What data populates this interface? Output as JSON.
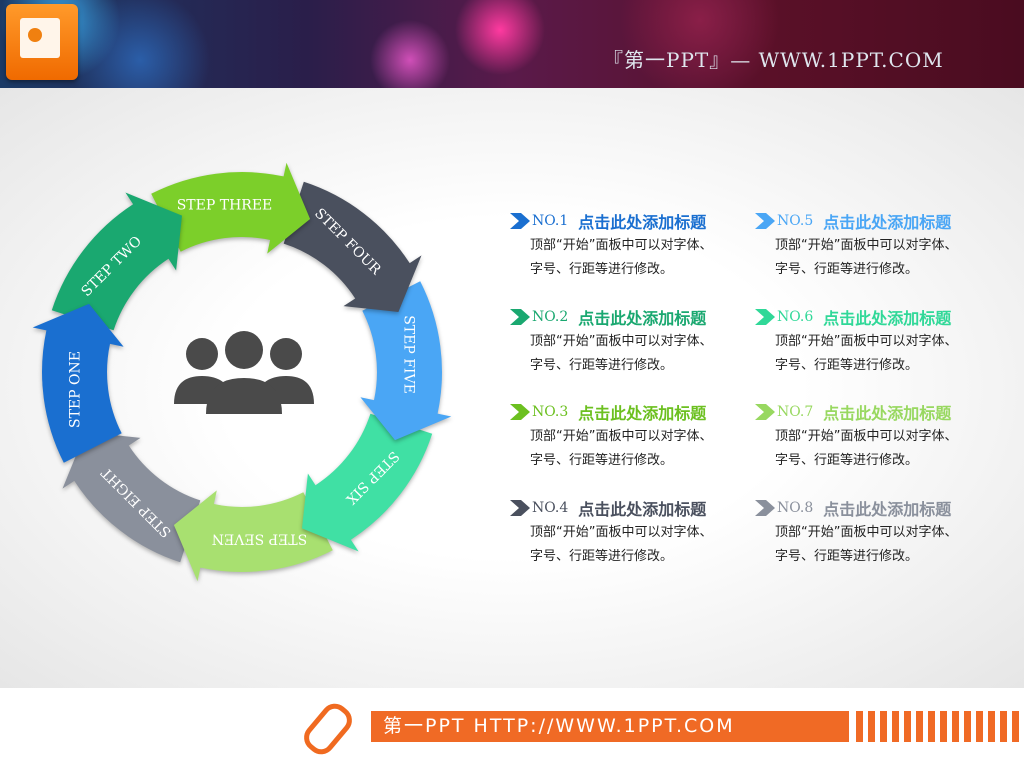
{
  "header": {
    "brand": "『第一PPT』— WWW.1PPT.COM",
    "logo_icon": "powerpoint-icon"
  },
  "cycle": {
    "center_icon": "people-group-icon",
    "steps": [
      {
        "label": "STEP ONE",
        "color": "#1a6fd0"
      },
      {
        "label": "STEP TWO",
        "color": "#1aa870"
      },
      {
        "label": "STEP THREE",
        "color": "#7ccf2a"
      },
      {
        "label": "STEP FOUR",
        "color": "#4a505e"
      },
      {
        "label": "STEP FIVE",
        "color": "#4aa6f5"
      },
      {
        "label": "STEP SIX",
        "color": "#40e0a4"
      },
      {
        "label": "STEP SEVEN",
        "color": "#a8e070"
      },
      {
        "label": "STEP EIGHT",
        "color": "#8a909c"
      }
    ]
  },
  "items": [
    {
      "no": "NO.1",
      "title": "点击此处添加标题",
      "desc1": "顶部“开始”面板中可以对字体、",
      "desc2": "字号、行距等进行修改。",
      "color": "#1a6fd0"
    },
    {
      "no": "NO.2",
      "title": "点击此处添加标题",
      "desc1": "顶部“开始”面板中可以对字体、",
      "desc2": "字号、行距等进行修改。",
      "color": "#1aa870"
    },
    {
      "no": "NO.3",
      "title": "点击此处添加标题",
      "desc1": "顶部“开始”面板中可以对字体、",
      "desc2": "字号、行距等进行修改。",
      "color": "#6cc020"
    },
    {
      "no": "NO.4",
      "title": "点击此处添加标题",
      "desc1": "顶部“开始”面板中可以对字体、",
      "desc2": "字号、行距等进行修改。",
      "color": "#4a505e"
    },
    {
      "no": "NO.5",
      "title": "点击此处添加标题",
      "desc1": "顶部“开始”面板中可以对字体、",
      "desc2": "字号、行距等进行修改。",
      "color": "#4aa6f5"
    },
    {
      "no": "NO.6",
      "title": "点击此处添加标题",
      "desc1": "顶部“开始”面板中可以对字体、",
      "desc2": "字号、行距等进行修改。",
      "color": "#30d898"
    },
    {
      "no": "NO.7",
      "title": "点击此处添加标题",
      "desc1": "顶部“开始”面板中可以对字体、",
      "desc2": "字号、行距等进行修改。",
      "color": "#98d860"
    },
    {
      "no": "NO.8",
      "title": "点击此处添加标题",
      "desc1": "顶部“开始”面板中可以对字体、",
      "desc2": "字号、行距等进行修改。",
      "color": "#8a909c"
    }
  ],
  "footer": {
    "text": "第一PPT HTTP://WWW.1PPT.COM",
    "icon": "pencil-icon"
  }
}
